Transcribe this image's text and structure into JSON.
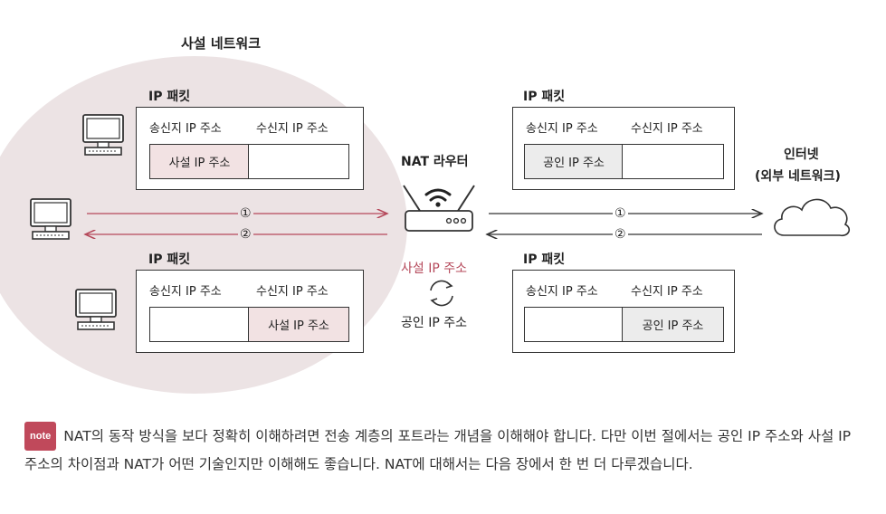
{
  "private_network": {
    "title": "사설 네트워크"
  },
  "packet_label": "IP 패킷",
  "columns": {
    "source": "송신지 IP 주소",
    "destination": "수신지 IP 주소"
  },
  "packets": {
    "private_outgoing": {
      "src": "사설 IP 주소",
      "dst": ""
    },
    "public_outgoing": {
      "src": "공인 IP 주소",
      "dst": ""
    },
    "private_incoming": {
      "src": "",
      "dst": "사설 IP 주소"
    },
    "public_incoming": {
      "src": "",
      "dst": "공인 IP 주소"
    }
  },
  "router": {
    "title": "NAT 라우터",
    "translate_from": "사설 IP 주소",
    "translate_to": "공인 IP 주소"
  },
  "internet": {
    "line1": "인터넷",
    "line2": "(외부 네트워크)"
  },
  "steps": {
    "one": "①",
    "two": "②"
  },
  "note": {
    "badge": "note",
    "text": "NAT의 동작 방식을 보다 정확히 이해하려면 전송 계층의 포트라는 개념을 이해해야 합니다. 다만 이번 절에서는 공인 IP 주소와 사설 IP 주소의 차이점과 NAT가 어떤 기술인지만 이해해도 좋습니다. NAT에 대해서는 다음 장에서 한 번 더 다루겠습니다."
  },
  "colors": {
    "private_area": "#ece3e4",
    "private_cell": "#f2e2e3",
    "public_cell": "#ececec",
    "accent": "#b5485a"
  }
}
